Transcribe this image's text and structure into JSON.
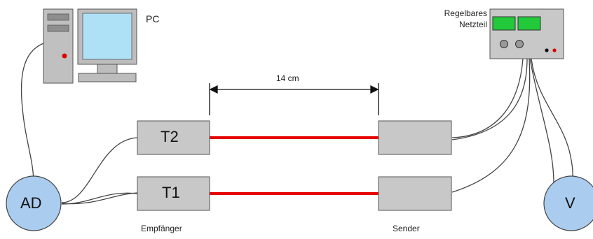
{
  "diagram": {
    "pc_label": "PC",
    "power_supply_label_line1": "Regelbares",
    "power_supply_label_line2": "Netzteil",
    "distance_label": "14 cm",
    "receiver_t2_label": "T2",
    "receiver_t1_label": "T1",
    "ad_label": "AD",
    "v_label": "V",
    "receiver_caption": "Empfänger",
    "sender_caption": "Sender"
  },
  "colors": {
    "beam": "#e60000",
    "box_fill": "#c8c8c8",
    "circle_fill": "#aaccee",
    "psu_display": "#22c93a",
    "monitor_screen": "#aee0f6"
  }
}
